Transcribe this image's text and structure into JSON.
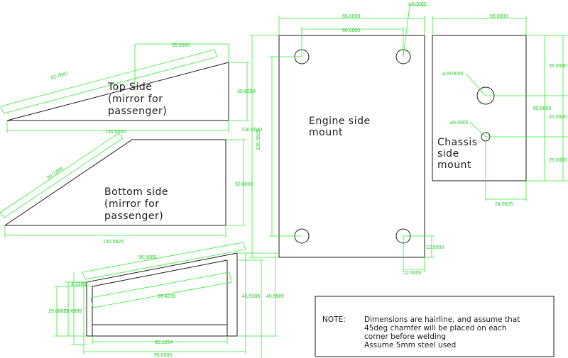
{
  "parts": {
    "top_side": {
      "label_lines": [
        "Top Side",
        "(mirror for",
        "passenger)"
      ],
      "dims": {
        "diagonal": "82.7647",
        "top_width": "55.0000",
        "height": "35.0000",
        "bottom_width": "130.0000"
      }
    },
    "bottom_side": {
      "label_lines": [
        "Bottom side",
        "(mirror for",
        "passenger)"
      ],
      "dims": {
        "diagonal": "90.1388",
        "height": "50.0000",
        "bottom_width": "130.0625"
      }
    },
    "engine_mount": {
      "label_lines": [
        "Engine side",
        "mount"
      ],
      "dims": {
        "width": "65.0000",
        "hole_spacing": "60.0000",
        "hole_dia": "⌀8.0000",
        "height": "130.0000",
        "hole_v_spacing": "105.0625",
        "edge_x": "12.5000",
        "edge_y": "12.5000"
      }
    },
    "chassis_mount": {
      "label_lines": [
        "Chassis",
        "side",
        "mount"
      ],
      "dims": {
        "width": "55.0000",
        "height_total": "85.0000",
        "upper": "35.0000",
        "mid": "25.0000",
        "lower": "25.0000",
        "large_hole": "⌀10.0000",
        "small_hole": "⌀5.0000",
        "offset": "24.0625"
      }
    },
    "side_view": {
      "dims": {
        "top": "96.5800",
        "diag": "86.4239",
        "bottom_inner": "85.1254",
        "bottom": "95.0000",
        "left_a": "29.6682",
        "left_b": "28.6985",
        "small": "4.2386",
        "right_a": "41.9385",
        "right_b": "45.5685"
      }
    }
  },
  "note": {
    "heading": "NOTE:",
    "lines": [
      "Dimensions are hairline, and assume that",
      "45deg chamfer will be placed on each",
      "corner before welding",
      "Assume 5mm steel used"
    ]
  }
}
